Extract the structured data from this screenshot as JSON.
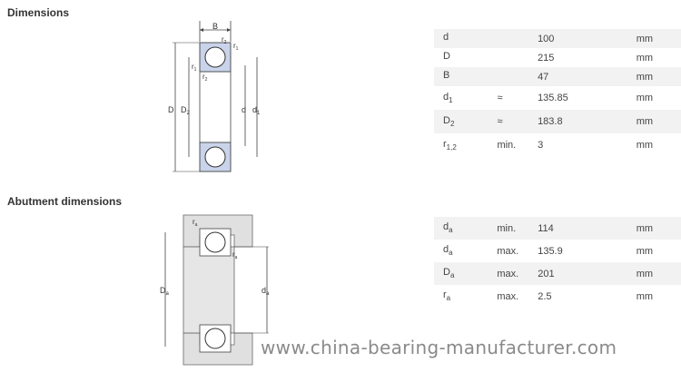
{
  "dimensions": {
    "title": "Dimensions",
    "drawing_labels": {
      "B": "B",
      "r2": "r",
      "r2_sub": "2",
      "r1": "r",
      "r1_sub": "1",
      "D": "D",
      "D2": "D",
      "D2_sub": "2",
      "d": "d",
      "d1": "d",
      "d1_sub": "1"
    },
    "rows": [
      {
        "sym": "d",
        "sub": "",
        "qual": "",
        "value": "100",
        "unit": "mm"
      },
      {
        "sym": "D",
        "sub": "",
        "qual": "",
        "value": "215",
        "unit": "mm"
      },
      {
        "sym": "B",
        "sub": "",
        "qual": "",
        "value": "47",
        "unit": "mm"
      },
      {
        "sym": "d",
        "sub": "1",
        "qual": "≈",
        "value": "135.85",
        "unit": "mm"
      },
      {
        "sym": "D",
        "sub": "2",
        "qual": "≈",
        "value": "183.8",
        "unit": "mm"
      },
      {
        "sym": "r",
        "sub": "1,2",
        "qual": "min.",
        "value": "3",
        "unit": "mm"
      }
    ]
  },
  "abutment": {
    "title": "Abutment dimensions",
    "drawing_labels": {
      "ra": "r",
      "ra_sub": "a",
      "Da": "D",
      "Da_sub": "a",
      "da": "d",
      "da_sub": "a"
    },
    "rows": [
      {
        "sym": "d",
        "sub": "a",
        "qual": "min.",
        "value": "114",
        "unit": "mm"
      },
      {
        "sym": "d",
        "sub": "a",
        "qual": "max.",
        "value": "135.9",
        "unit": "mm"
      },
      {
        "sym": "D",
        "sub": "a",
        "qual": "max.",
        "value": "201",
        "unit": "mm"
      },
      {
        "sym": "r",
        "sub": "a",
        "qual": "max.",
        "value": "2.5",
        "unit": "mm"
      }
    ]
  },
  "watermark": "www.china-bearing-manufacturer.com"
}
